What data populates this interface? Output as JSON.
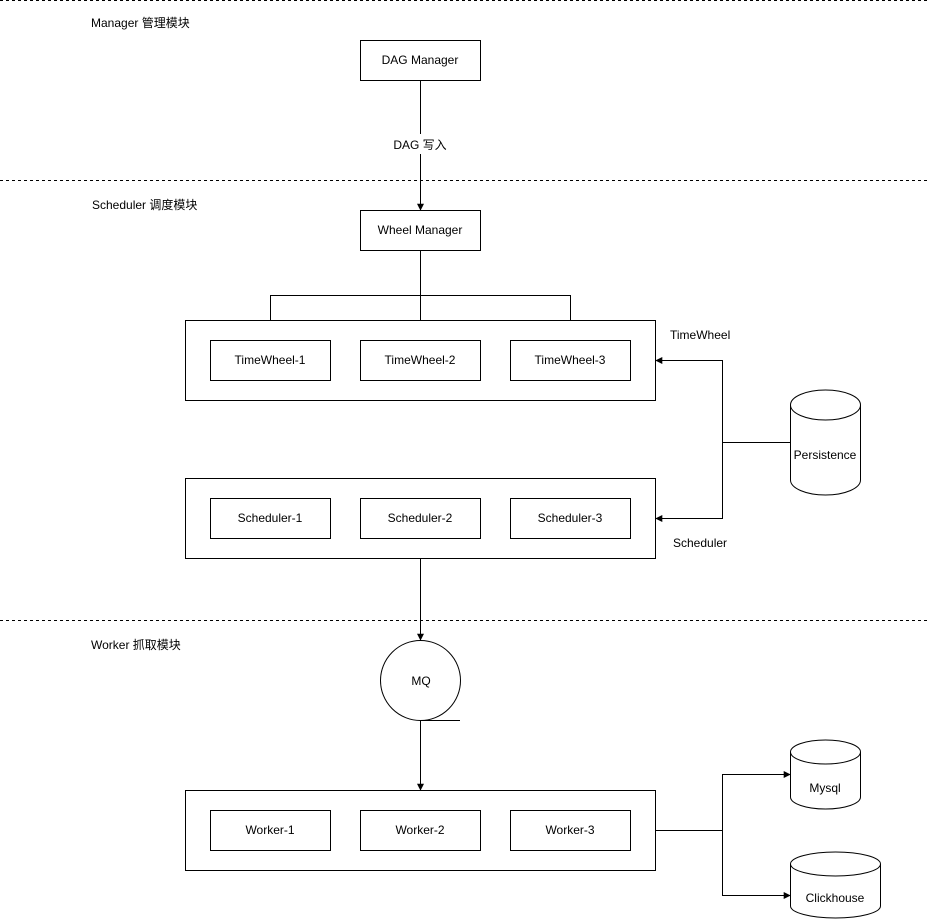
{
  "sections": {
    "manager": "Manager 管理模块",
    "scheduler": "Scheduler 调度模块",
    "worker": "Worker 抓取模块"
  },
  "nodes": {
    "dag_manager": "DAG Manager",
    "wheel_manager": "Wheel Manager",
    "timewheel_1": "TimeWheel-1",
    "timewheel_2": "TimeWheel-2",
    "timewheel_3": "TimeWheel-3",
    "scheduler_1": "Scheduler-1",
    "scheduler_2": "Scheduler-2",
    "scheduler_3": "Scheduler-3",
    "worker_1": "Worker-1",
    "worker_2": "Worker-2",
    "worker_3": "Worker-3",
    "mq": "MQ",
    "persistence": "Persistence",
    "mysql": "Mysql",
    "clickhouse": "Clickhouse"
  },
  "groups": {
    "timewheel": "TimeWheel",
    "scheduler": "Scheduler"
  },
  "edges": {
    "dag_write": "DAG 写入"
  }
}
